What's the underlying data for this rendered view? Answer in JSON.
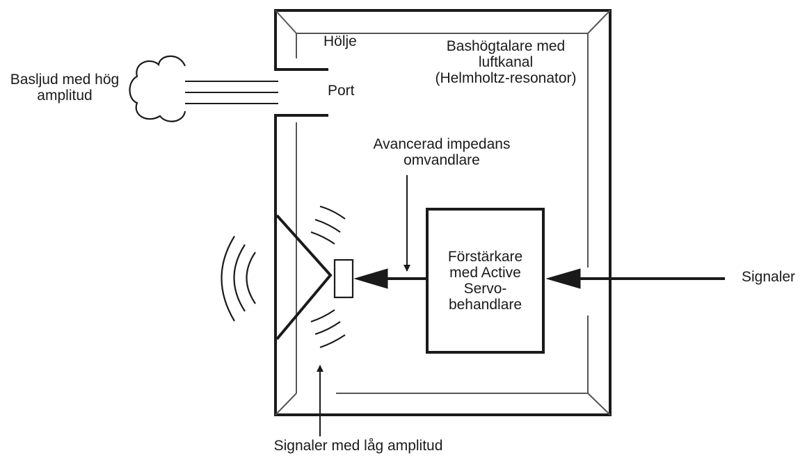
{
  "diagram": {
    "labels": {
      "holje": "Hölje",
      "bass_speaker": [
        "Bashögtalare med",
        "luftkanal",
        "(Helmholtz-resonator)"
      ],
      "port": "Port",
      "bass_sound": [
        "Basljud med hög",
        "amplitud"
      ],
      "impedance_converter": [
        "Avancerad impedans",
        "omvandlare"
      ],
      "amplifier": [
        "Förstärkare",
        "med Active",
        "Servo-",
        "behandlare"
      ],
      "signals": "Signaler",
      "low_amplitude": "Signaler med låg amplitud"
    },
    "colors": {
      "stroke": "#1a1a1a",
      "inner_stroke": "#555555",
      "background": "#ffffff"
    }
  }
}
